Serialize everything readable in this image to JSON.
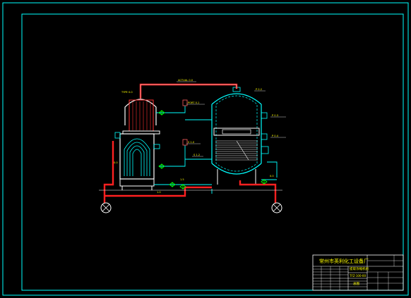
{
  "callouts": {
    "top_pipe": "ACTUAL 0.0",
    "vapor_outlet": "PORT 0.1",
    "right_top": "P 0.2",
    "right_mid": "P 0.3",
    "right_low": "P 0.4",
    "mid_upper": "S 1.0",
    "mid_lower": "S 1.2",
    "left_top": "TYPE 0.0",
    "left_side": "0.0",
    "feed_line": "1.0",
    "outlet_right": "0.0",
    "bottom_pipe": "1.5"
  },
  "title_block": {
    "company": "常州市英利化工设备厂",
    "drawing_name": "提取浓缩机组",
    "drawing_number": "TFZ-100-00",
    "sheet_label": "总图"
  },
  "colors": {
    "background": "#000000",
    "frame": "#00ffff",
    "equipment": "#ffffff",
    "tank_lines": "#00ffff",
    "pipes": "#ff2020",
    "labels": "#ffff00",
    "valves": "#00ff00"
  }
}
